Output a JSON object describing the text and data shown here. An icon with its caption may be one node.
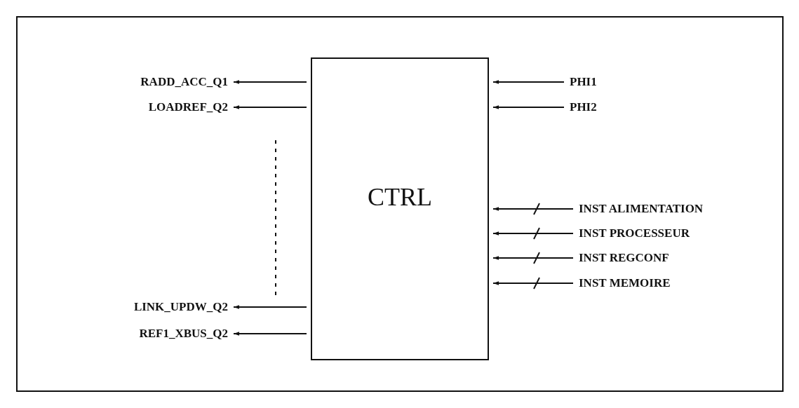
{
  "diagram": {
    "nodes": [
      {
        "text": [
          "CTRL"
        ]
      },
      {
        "text": [
          "RADD_ACC_Q1"
        ]
      },
      {
        "text": [
          "PHI1"
        ]
      },
      {
        "text": [
          "LOADREF_Q2"
        ]
      },
      {
        "text": [
          "PHI2"
        ]
      },
      {
        "text": [
          "INST ALIMENTATION"
        ]
      },
      {
        "text": [
          "INST PROCESSEUR"
        ]
      },
      {
        "text": [
          "INST REGCONF"
        ]
      },
      {
        "text": [
          "INST MEMOIRE"
        ]
      },
      {
        "text": [
          "LINK_UPDW_Q2"
        ]
      },
      {
        "text": [
          "REF1_XBUS_Q2"
        ]
      }
    ],
    "edges": [
      {
        "from": 0,
        "to": 1,
        "arrow": "to"
      },
      {
        "from": 2,
        "to": 0,
        "arrow": "to"
      },
      {
        "from": 0,
        "to": 3,
        "arrow": "to"
      },
      {
        "from": 4,
        "to": 0,
        "arrow": "to"
      },
      {
        "from": 5,
        "to": 0,
        "arrow": "to"
      },
      {
        "from": 6,
        "to": 0,
        "arrow": "to"
      },
      {
        "from": 7,
        "to": 0,
        "arrow": "to"
      },
      {
        "from": 8,
        "to": 0,
        "arrow": "to"
      },
      {
        "from": 0,
        "to": 9,
        "arrow": "to"
      },
      {
        "from": 0,
        "to": 10,
        "arrow": "to"
      }
    ]
  }
}
